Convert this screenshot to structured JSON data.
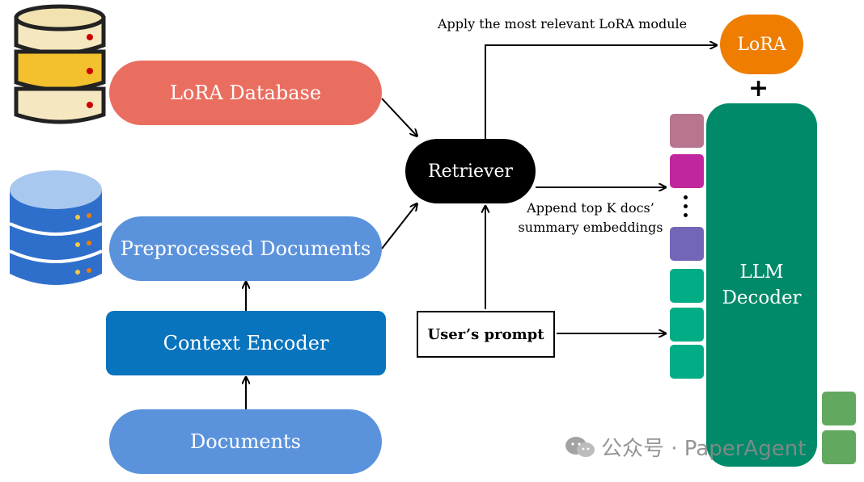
{
  "nodes": {
    "lora_database": "LoRA Database",
    "preprocessed_documents": "Preprocessed Documents",
    "context_encoder": "Context Encoder",
    "documents": "Documents",
    "retriever": "Retriever",
    "lora": "LoRA",
    "llm_decoder_line1": "LLM",
    "llm_decoder_line2": "Decoder",
    "users_prompt": "User’s prompt"
  },
  "edge_labels": {
    "apply": "Apply the most relevant LoRA module",
    "append_line1": "Append top K docs’",
    "append_line2": "summary embeddings"
  },
  "plus": "+",
  "watermark": "公众号 · PaperAgent",
  "colors": {
    "lora_database": "#ea6e60",
    "documents": "#5b92dc",
    "context_encoder": "#0874bd",
    "retriever": "#000000",
    "lora": "#ef7d00",
    "llm_decoder": "#008a69",
    "doc_embeddings": [
      "#b87590",
      "#c0279f",
      "#7266b6"
    ],
    "prompt_tokens": "#00ad85",
    "output_tokens": "#62a85f"
  },
  "icons": [
    "lora-database-cylinder-icon",
    "documents-database-cylinder-icon",
    "wechat-icon"
  ]
}
